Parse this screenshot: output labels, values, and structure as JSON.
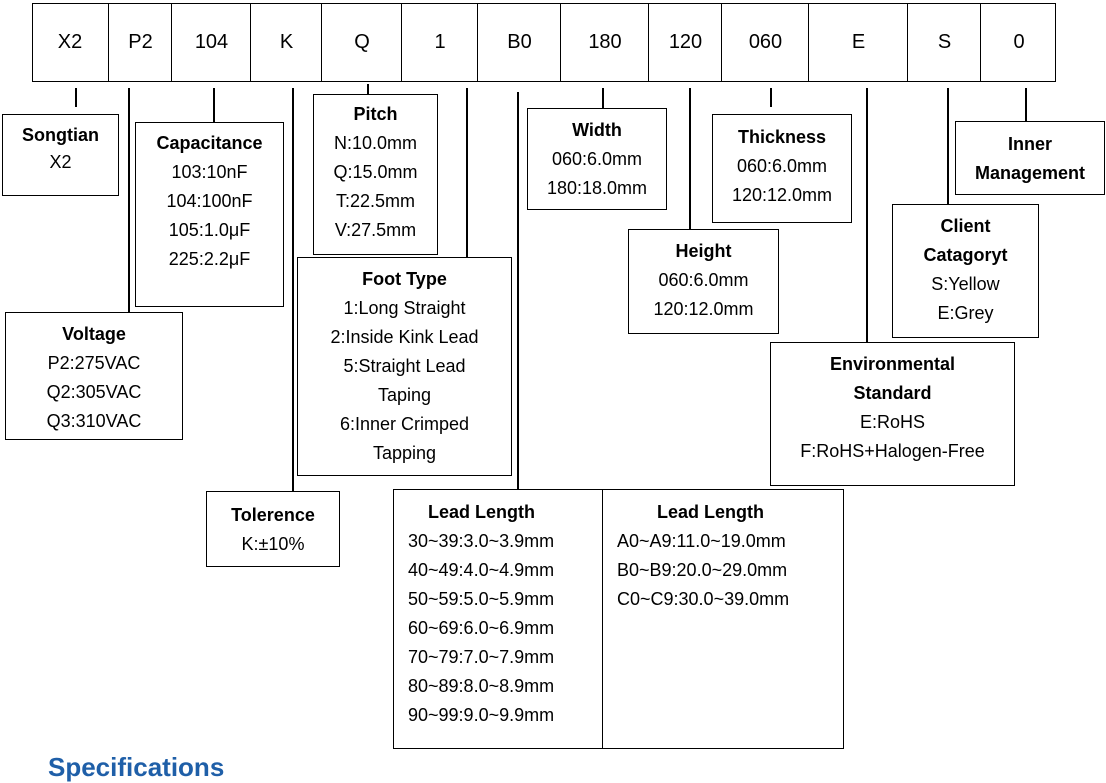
{
  "code_segments": [
    "X2",
    "P2",
    "104",
    "K",
    "Q",
    "1",
    "B0",
    "180",
    "120",
    "060",
    "E",
    "S",
    "0"
  ],
  "songtian": {
    "title": "Songtian",
    "lines": [
      "X2"
    ]
  },
  "capacitance": {
    "title": "Capacitance",
    "lines": [
      "103:10nF",
      "104:100nF",
      "105:1.0μF",
      "225:2.2μF"
    ]
  },
  "pitch": {
    "title": "Pitch",
    "lines": [
      "N:10.0mm",
      "Q:15.0mm",
      "T:22.5mm",
      "V:27.5mm"
    ]
  },
  "width": {
    "title": "Width",
    "lines": [
      "060:6.0mm",
      "180:18.0mm"
    ]
  },
  "thickness": {
    "title": "Thickness",
    "lines": [
      "060:6.0mm",
      "120:12.0mm"
    ]
  },
  "inner_management": {
    "title_line1": "Inner",
    "title_line2": "Management"
  },
  "client_category": {
    "title_line1": "Client",
    "title_line2": "Catagoryt",
    "lines": [
      "S:Yellow",
      "E:Grey"
    ]
  },
  "height": {
    "title": "Height",
    "lines": [
      "060:6.0mm",
      "120:12.0mm"
    ]
  },
  "voltage": {
    "title": "Voltage",
    "lines": [
      "P2:275VAC",
      "Q2:305VAC",
      "Q3:310VAC"
    ]
  },
  "foot_type": {
    "title": "Foot Type",
    "lines": [
      "1:Long Straight",
      "2:Inside Kink Lead",
      "5:Straight Lead",
      "Taping",
      "6:Inner Crimped",
      "Tapping"
    ]
  },
  "environmental": {
    "title_line1": "Environmental",
    "title_line2": "Standard",
    "lines": [
      "E:RoHS",
      "F:RoHS+Halogen-Free"
    ]
  },
  "tolerance": {
    "title": "Tolerence",
    "lines": [
      "K:±10%"
    ]
  },
  "lead_length_1": {
    "title": "Lead Length",
    "lines": [
      "30~39:3.0~3.9mm",
      "40~49:4.0~4.9mm",
      "50~59:5.0~5.9mm",
      "60~69:6.0~6.9mm",
      "70~79:7.0~7.9mm",
      "80~89:8.0~8.9mm",
      "90~99:9.0~9.9mm"
    ]
  },
  "lead_length_2": {
    "title": "Lead Length",
    "lines": [
      "A0~A9:11.0~19.0mm",
      "B0~B9:20.0~29.0mm",
      "C0~C9:30.0~39.0mm"
    ]
  },
  "footer": {
    "partial_heading": "Specifications"
  }
}
